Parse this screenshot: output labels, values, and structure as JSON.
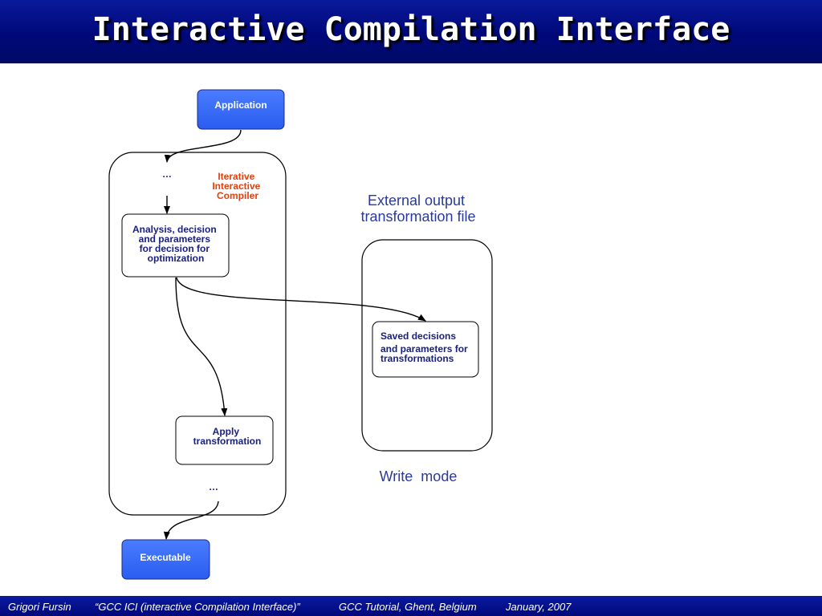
{
  "slide": {
    "title": "Interactive Compilation Interface"
  },
  "diagram": {
    "nodes": {
      "application": "Application",
      "executable": "Executable",
      "analysis": [
        "Analysis, decision",
        "and parameters",
        "for decision for",
        "optimization"
      ],
      "apply": [
        "Apply",
        "transformation"
      ],
      "saved": [
        "Saved decisions",
        "and parameters for",
        "transformations"
      ]
    },
    "ellipsis_top": "…",
    "ellipsis_bottom": "…",
    "compiler_label": [
      "Iterative",
      "Interactive",
      "Compiler"
    ],
    "external_label": [
      "External output",
      "transformation file"
    ],
    "write_mode": "Write  mode"
  },
  "footer": {
    "author": "Grigori Fursin",
    "talk": "“GCC ICI (interactive Compilation Interface)”",
    "event": "GCC Tutorial, Ghent, Belgium",
    "date": "January, 2007"
  },
  "colors": {
    "title_bar": "#00087a",
    "node_blue": "#3366ff",
    "node_text_dark": "#1a2080",
    "compiler_label": "#e04010",
    "label_blue": "#2a3a9a"
  }
}
